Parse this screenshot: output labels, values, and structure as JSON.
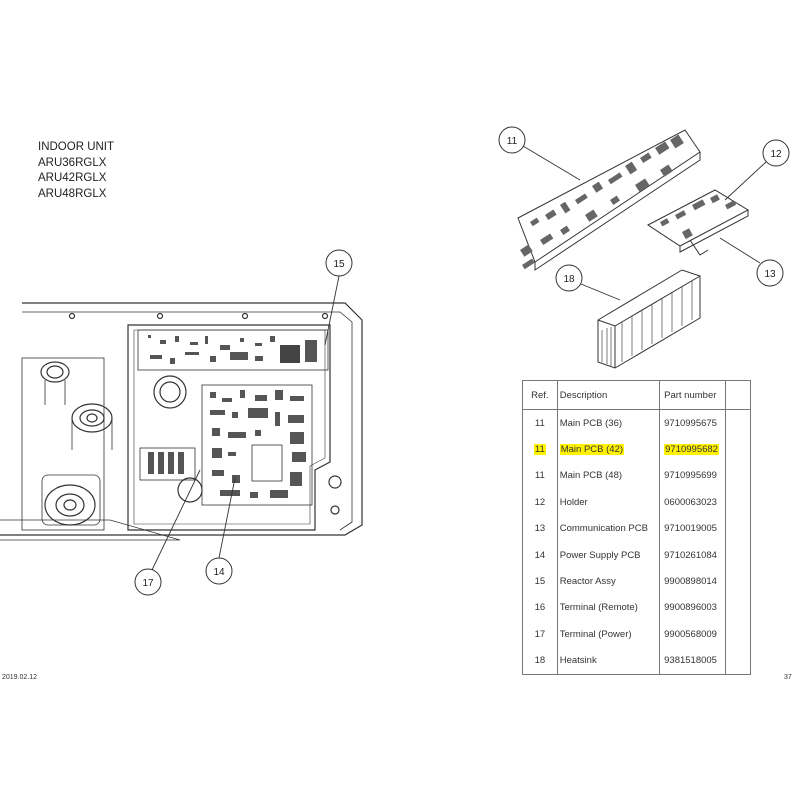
{
  "header": {
    "lines": [
      "INDOOR UNIT",
      "ARU36RGLX",
      "ARU42RGLX",
      "ARU48RGLX"
    ]
  },
  "callouts": {
    "c11": "11",
    "c12": "12",
    "c13": "13",
    "c14": "14",
    "c15": "15",
    "c17": "17",
    "c18": "18"
  },
  "table": {
    "headers": {
      "ref": "Ref.",
      "description": "Description",
      "part": "Part number"
    },
    "rows": [
      {
        "ref": "11",
        "description": "Main PCB (36)",
        "part": "9710995675",
        "highlight": false
      },
      {
        "ref": "11",
        "description": "Main PCB (42)",
        "part": "9710995682",
        "highlight": true
      },
      {
        "ref": "11",
        "description": "Main PCB (48)",
        "part": "9710995699",
        "highlight": false
      },
      {
        "ref": "12",
        "description": "Holder",
        "part": "0600063023",
        "highlight": false
      },
      {
        "ref": "13",
        "description": "Communication PCB",
        "part": "9710019005",
        "highlight": false
      },
      {
        "ref": "14",
        "description": "Power Supply PCB",
        "part": "9710261084",
        "highlight": false
      },
      {
        "ref": "15",
        "description": "Reactor Assy",
        "part": "9900898014",
        "highlight": false
      },
      {
        "ref": "16",
        "description": "Terminal (Remote)",
        "part": "9900896003",
        "highlight": false
      },
      {
        "ref": "17",
        "description": "Terminal (Power)",
        "part": "9900568009",
        "highlight": false
      },
      {
        "ref": "18",
        "description": "Heatsink",
        "part": "9381518005",
        "highlight": false
      }
    ]
  },
  "footer": {
    "date": "2019.02.12",
    "page": "37"
  },
  "colors": {
    "highlight": "#fff200",
    "line": "#333333"
  }
}
